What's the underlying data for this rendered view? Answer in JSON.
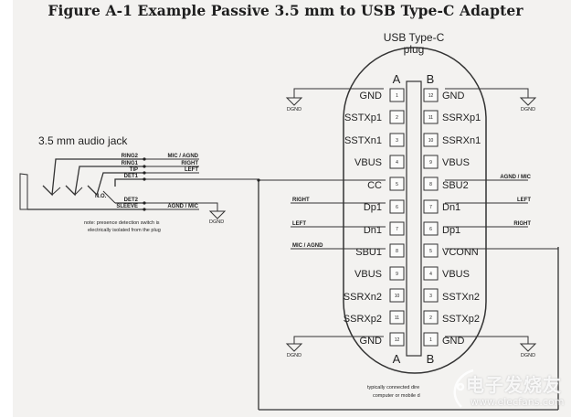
{
  "figure": {
    "title": "Figure A-1  Example Passive 3.5 mm to USB Type-C Adapter"
  },
  "jack": {
    "title": "3.5 mm audio jack",
    "pins": [
      {
        "name": "RING2",
        "signal": "MIC / AGND"
      },
      {
        "name": "RING1",
        "signal": "RIGHT"
      },
      {
        "name": "TIP",
        "signal": "LEFT"
      },
      {
        "name": "DET1",
        "signal": ""
      },
      {
        "name": "DET2",
        "signal": ""
      },
      {
        "name": "SLEEVE",
        "signal": "AGND / MIC"
      }
    ],
    "switch_label": "N.O.",
    "ground_label": "DGND",
    "note_line1": "note:  presence detection switch is",
    "note_line2": "electrically isolated from the plug"
  },
  "plug": {
    "title_line1": "USB Type-C",
    "title_line2": "plug",
    "side_a_label": "A",
    "side_b_label": "B",
    "rows": [
      {
        "a_name": "GND",
        "a_num": "1",
        "b_num": "12",
        "b_name": "GND"
      },
      {
        "a_name": "SSTXp1",
        "a_num": "2",
        "b_num": "11",
        "b_name": "SSRXp1"
      },
      {
        "a_name": "SSTXn1",
        "a_num": "3",
        "b_num": "10",
        "b_name": "SSRXn1"
      },
      {
        "a_name": "VBUS",
        "a_num": "4",
        "b_num": "9",
        "b_name": "VBUS"
      },
      {
        "a_name": "CC",
        "a_num": "5",
        "b_num": "8",
        "b_name": "SBU2"
      },
      {
        "a_name": "Dp1",
        "a_num": "6",
        "b_num": "7",
        "b_name": "Dn1"
      },
      {
        "a_name": "Dn1",
        "a_num": "7",
        "b_num": "6",
        "b_name": "Dp1"
      },
      {
        "a_name": "SBU1",
        "a_num": "8",
        "b_num": "5",
        "b_name": "VCONN"
      },
      {
        "a_name": "VBUS",
        "a_num": "9",
        "b_num": "4",
        "b_name": "VBUS"
      },
      {
        "a_name": "SSRXn2",
        "a_num": "10",
        "b_num": "3",
        "b_name": "SSTXn2"
      },
      {
        "a_name": "SSRXp2",
        "a_num": "11",
        "b_num": "2",
        "b_name": "SSTXp2"
      },
      {
        "a_name": "GND",
        "a_num": "12",
        "b_num": "1",
        "b_name": "GND"
      }
    ],
    "left_signals": {
      "dp1": "RIGHT",
      "dn1": "LEFT",
      "sbu1": "MIC / AGND"
    },
    "right_signals": {
      "sbu2": "AGND / MIC",
      "dn1": "LEFT",
      "dp1": "RIGHT"
    },
    "ground_label": "DGND",
    "footnote_line1": "typically connected dire",
    "footnote_line2": "computer or mobile d"
  },
  "watermark": {
    "text": "电子发烧友",
    "url": "www.elecfans.com"
  }
}
